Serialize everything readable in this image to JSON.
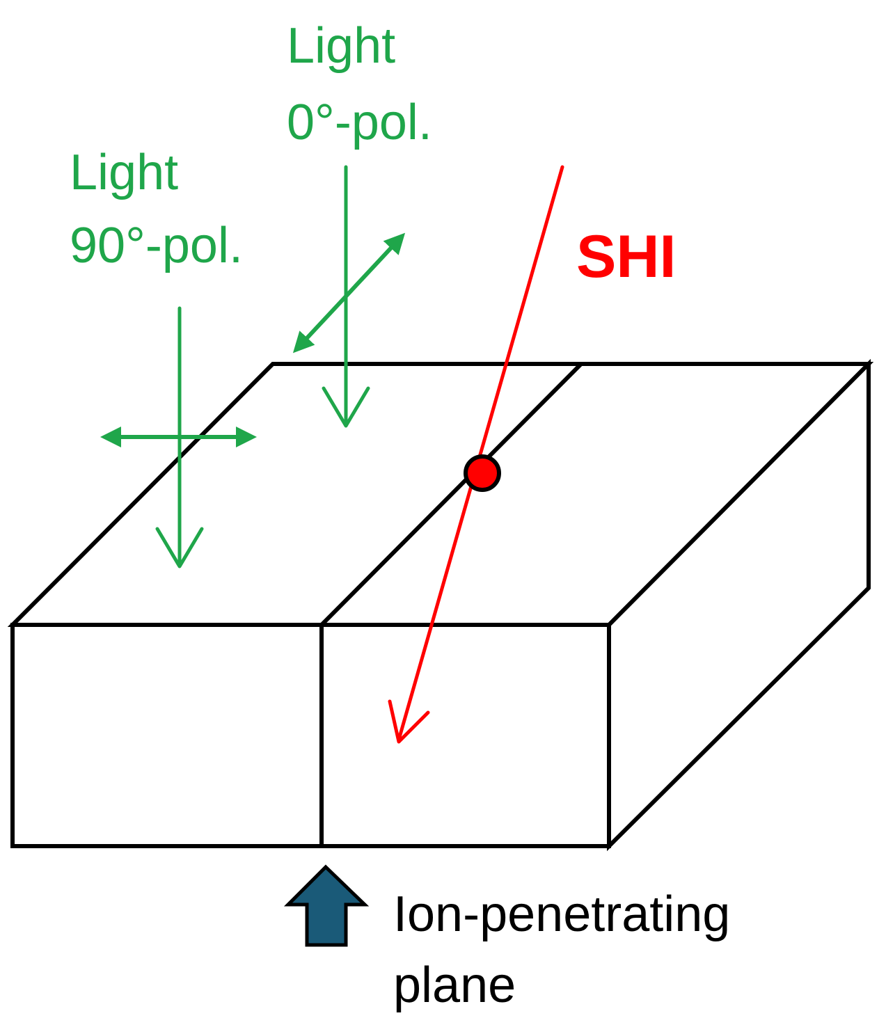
{
  "labels": {
    "light_0": {
      "line1": "Light",
      "line2": "0°-pol."
    },
    "light_90": {
      "line1": "Light",
      "line2": "90°-pol."
    },
    "shi": "SHI",
    "ion_plane": {
      "line1": "Ion-penetrating",
      "line2": "plane"
    }
  },
  "colors": {
    "light": "#1fa64a",
    "shi": "#ff0000",
    "outline": "#000000",
    "plane_arrow": "#1a5a78"
  },
  "icons": {
    "plane_marker": "up-arrow-icon",
    "impact_point": "red-dot-icon"
  }
}
